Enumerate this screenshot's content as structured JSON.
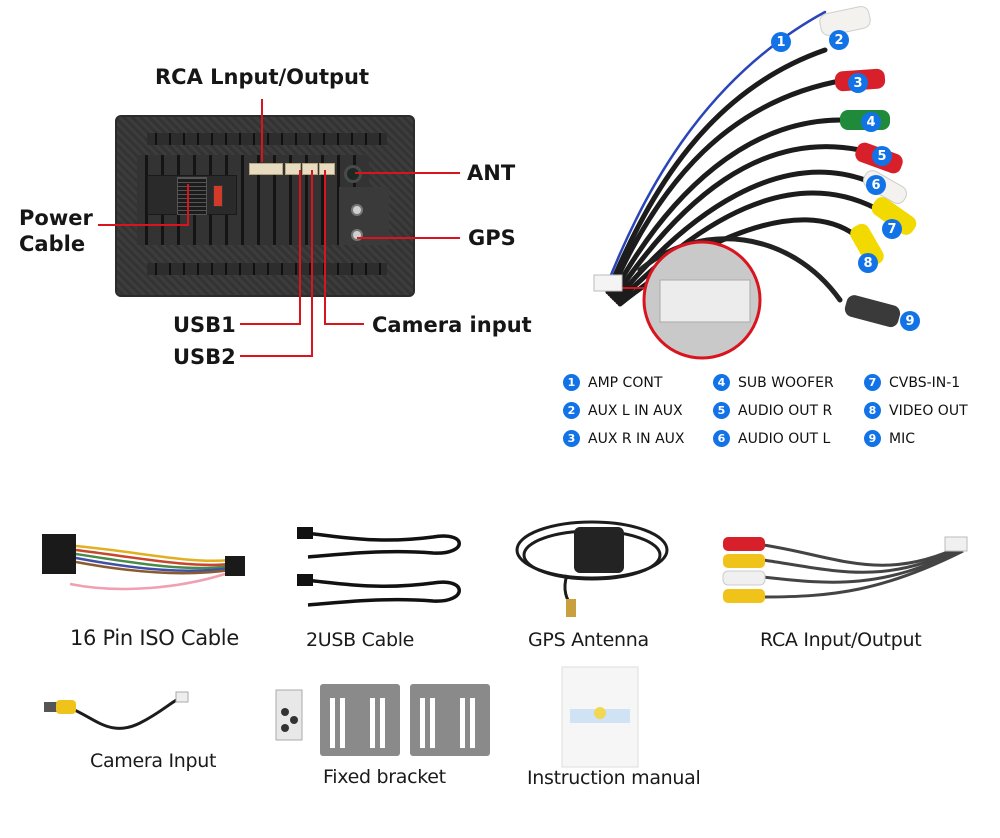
{
  "head_unit": {
    "callouts": {
      "rca": "RCA Lnput/Output",
      "ant": "ANT",
      "power_line1": "Power",
      "power_line2": "Cable",
      "gps": "GPS",
      "usb1": "USB1",
      "usb2": "USB2",
      "camera": "Camera input"
    }
  },
  "harness": {
    "badges": [
      "1",
      "2",
      "3",
      "4",
      "5",
      "6",
      "7",
      "8",
      "9"
    ],
    "connector_colors": {
      "amp_wire": "#2b45b8",
      "aux_l": "#f4f2ee",
      "aux_r": "#d8202a",
      "sub": "#1f8a3a",
      "out_r": "#d8202a",
      "out_l": "#f4f2ee",
      "cvbs": "#f2d900",
      "video": "#f2d900",
      "mic": "#3a3a3a"
    },
    "legend": [
      {
        "num": "1",
        "label": "AMP CONT"
      },
      {
        "num": "2",
        "label": "AUX L IN AUX"
      },
      {
        "num": "3",
        "label": "AUX R IN AUX"
      },
      {
        "num": "4",
        "label": "SUB WOOFER"
      },
      {
        "num": "5",
        "label": "AUDIO OUT R"
      },
      {
        "num": "6",
        "label": "AUDIO OUT L"
      },
      {
        "num": "7",
        "label": "CVBS-IN-1"
      },
      {
        "num": "8",
        "label": "VIDEO OUT"
      },
      {
        "num": "9",
        "label": "MIC"
      }
    ],
    "badge_color": "#1273e6",
    "callout_color": "#d9141e"
  },
  "accessories": [
    {
      "label": "16 Pin ISO Cable"
    },
    {
      "label": "2USB  Cable"
    },
    {
      "label": "GPS  Antenna"
    },
    {
      "label": "RCA Input/Output"
    },
    {
      "label": "Camera  Input"
    },
    {
      "label": "Fixed bracket"
    },
    {
      "label": "Instruction manual"
    }
  ]
}
